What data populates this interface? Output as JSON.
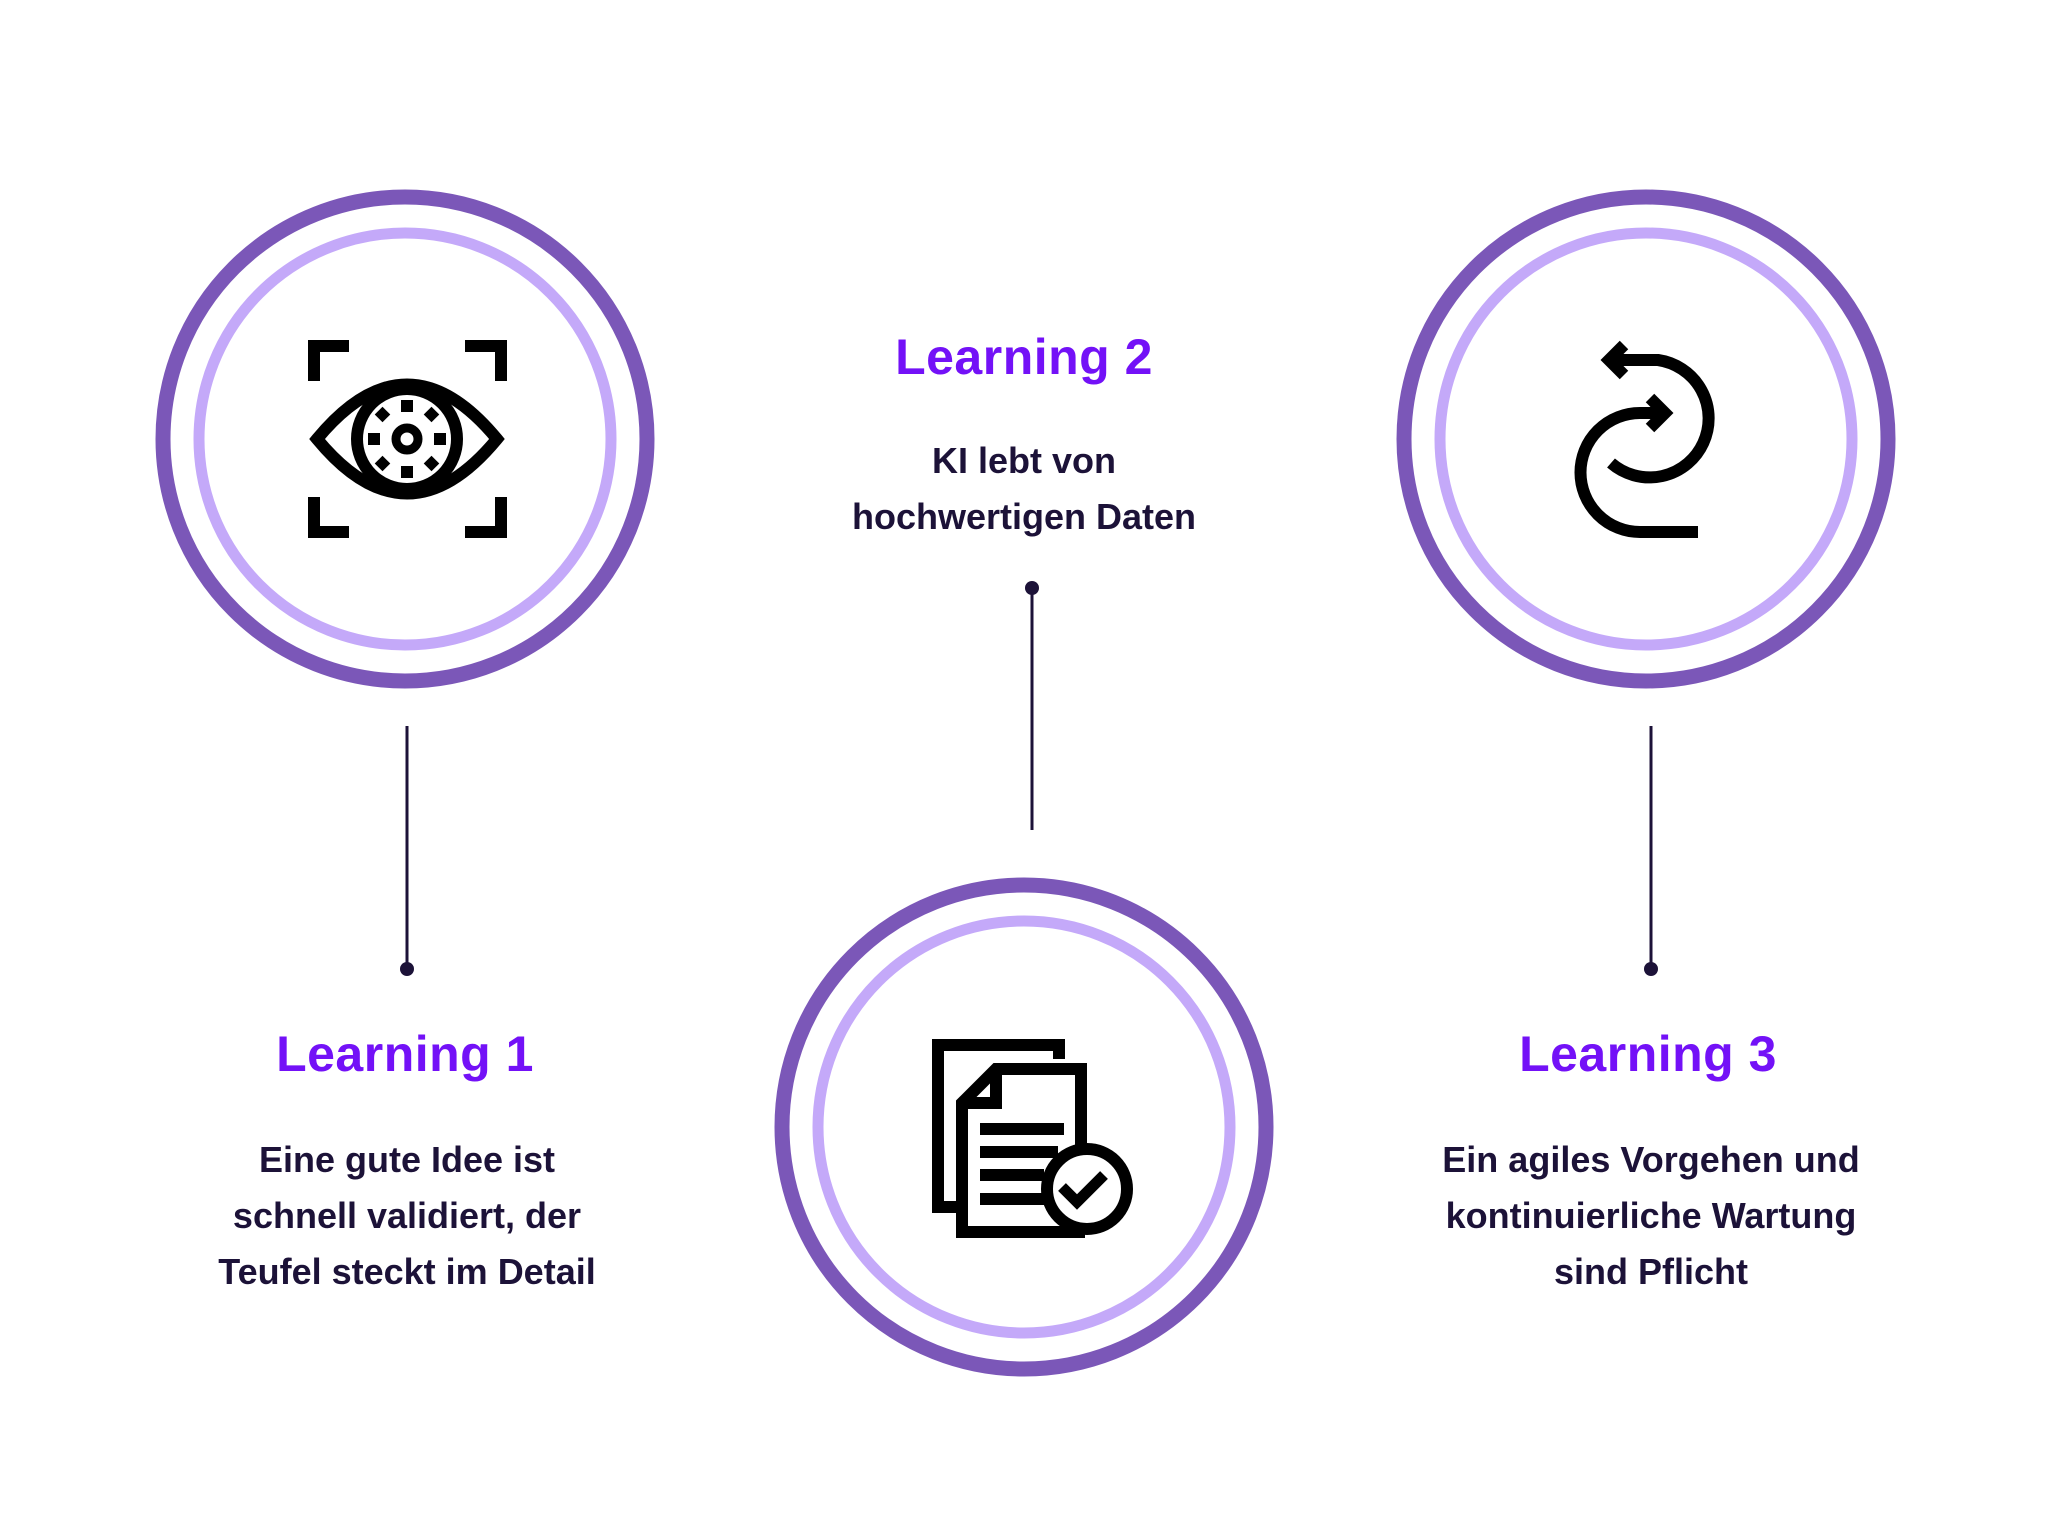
{
  "colors": {
    "ring_outer": "#7b57b8",
    "ring_inner": "#c4a9f9",
    "title": "#7311f7",
    "text": "#1c1238",
    "connector": "#1c1238",
    "icon": "#000000"
  },
  "learnings": [
    {
      "title": "Learning 1",
      "lines": [
        "Eine gute Idee ist",
        "schnell validiert, der",
        "Teufel steckt im Detail"
      ],
      "icon": "eye-scan-icon"
    },
    {
      "title": "Learning 2",
      "lines": [
        "KI lebt von",
        "hochwertigen Daten"
      ],
      "icon": "documents-check-icon"
    },
    {
      "title": "Learning 3",
      "lines": [
        "Ein agiles Vorgehen und",
        "kontinuierliche Wartung",
        "sind Pflicht"
      ],
      "icon": "cycle-arrows-icon"
    }
  ]
}
